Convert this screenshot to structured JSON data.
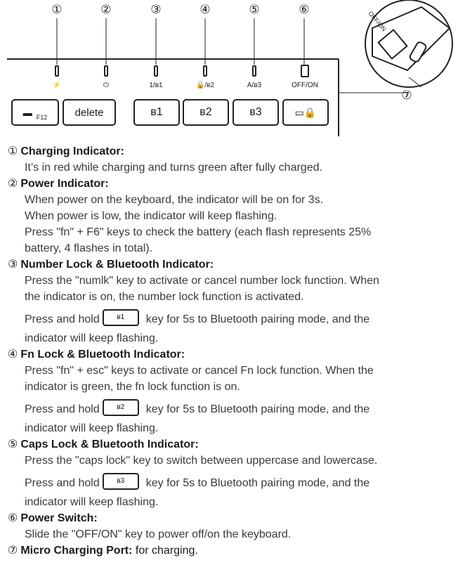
{
  "diagram": {
    "numbers": [
      "①",
      "②",
      "③",
      "④",
      "⑤",
      "⑥",
      "⑦"
    ],
    "indicator_labels": [
      "⚡",
      "⏻",
      "1/ʙ1",
      "🔒/ʙ2",
      "A/ʙ3",
      "OFF/ON"
    ],
    "keys": {
      "f12_label": "F12",
      "delete_label": "delete",
      "bt1_label": "ʙ1",
      "bt2_label": "ʙ2",
      "bt3_label": "ʙ3"
    },
    "inset_label": "OFF/ON"
  },
  "items": [
    {
      "num": "①",
      "title": "Charging Indicator:",
      "lines": [
        "It’s in red while charging and turns green after fully charged."
      ]
    },
    {
      "num": "②",
      "title": "Power Indicator:",
      "lines": [
        "When power on the keyboard, the indicator will be on for 3s.",
        "When power is low, the indicator will keep flashing.",
        "Press \"fn\" + F6\" keys to check the battery (each flash represents 25%",
        "battery, 4 flashes in total)."
      ]
    },
    {
      "num": "③",
      "title": "Number Lock & Bluetooth Indicator:",
      "lines": [
        "Press the \"numlk\" key to activate or cancel number lock function. When",
        "the indicator is on, the number lock function is activated."
      ],
      "press_pre": "Press and hold",
      "press_key": "ʙ1",
      "press_post": "key for 5s to Bluetooth pairing mode, and the",
      "press_line2": "indicator will keep flashing."
    },
    {
      "num": "④",
      "title": "Fn Lock & Bluetooth Indicator:",
      "lines": [
        "Press \"fn\" + esc\" keys to activate or cancel Fn lock function. When the",
        "indicator is green, the fn lock function is on."
      ],
      "press_pre": "Press and hold",
      "press_key": "ʙ2",
      "press_post": "key for 5s to Bluetooth pairing mode, and the",
      "press_line2": "indicator will keep flashing."
    },
    {
      "num": "⑤",
      "title": "Caps Lock & Bluetooth Indicator:",
      "lines": [
        "Press the \"caps lock\" key to switch between uppercase and lowercase."
      ],
      "press_pre": "Press and hold",
      "press_key": "ʙ3",
      "press_post": "key for 5s to Bluetooth pairing mode, and the",
      "press_line2": "indicator will keep flashing."
    },
    {
      "num": "⑥",
      "title": "Power Switch:",
      "lines": [
        "Slide the \"OFF/ON\" key to power off/on the keyboard."
      ]
    },
    {
      "num": "⑦",
      "title": "Micro Charging Port:",
      "suffix": " for charging.",
      "lines": []
    }
  ]
}
